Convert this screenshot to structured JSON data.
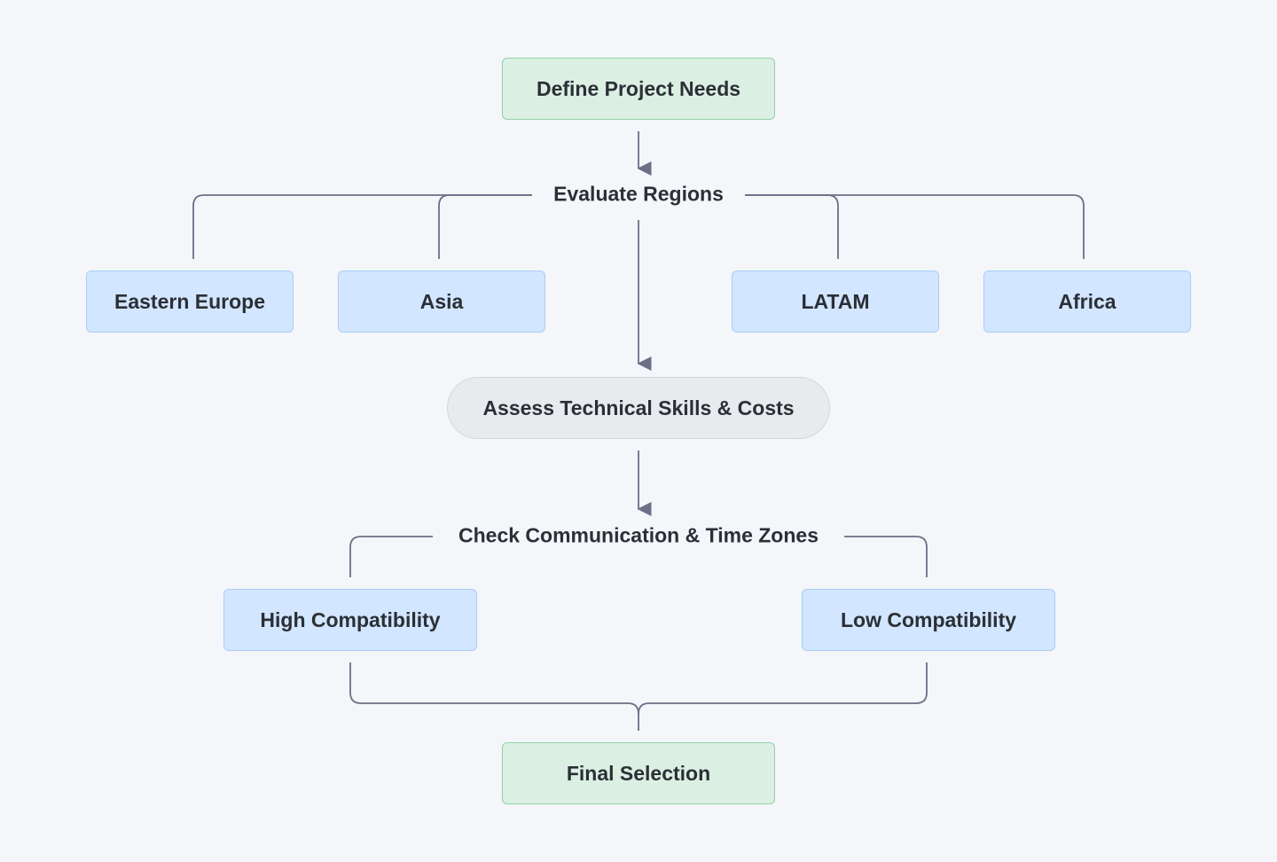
{
  "nodes": {
    "define_project_needs": "Define Project Needs",
    "evaluate_regions": "Evaluate Regions",
    "eastern_europe": "Eastern Europe",
    "asia": "Asia",
    "latam": "LATAM",
    "africa": "Africa",
    "assess_skills_costs": "Assess Technical Skills & Costs",
    "check_communication": "Check Communication & Time Zones",
    "high_compatibility": "High Compatibility",
    "low_compatibility": "Low Compatibility",
    "final_selection": "Final Selection"
  },
  "colors": {
    "background": "#f4f6fa",
    "start_end_fill": "#dbf0e3",
    "option_fill": "#d2e6ff",
    "process_fill": "#e9eaee",
    "connector": "#6b7086"
  }
}
